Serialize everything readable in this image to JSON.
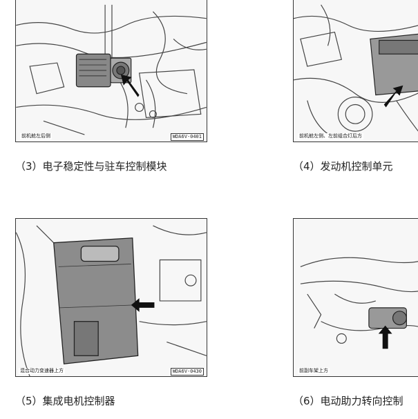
{
  "figures": [
    {
      "caption": "（3）电子稳定性与驻车控制模块",
      "location_label": "前机舱左后侧",
      "code": "WDA6V-0401"
    },
    {
      "caption": "（4）发动机控制单元",
      "location_label": "前机舱左侧、左前组合灯后方",
      "code": ""
    },
    {
      "caption": "（5）集成电机控制器",
      "location_label": "混合动力变速器上方",
      "code": "WDA6V-0430"
    },
    {
      "caption": "（6）电动助力转向控制",
      "location_label": "前副车架上方",
      "code": ""
    }
  ]
}
